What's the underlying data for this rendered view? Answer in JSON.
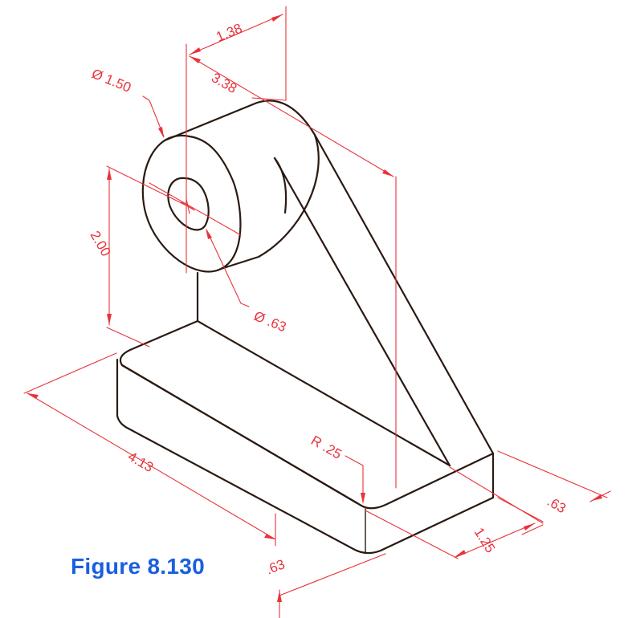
{
  "figure": {
    "caption": "Figure 8.130",
    "colors": {
      "object_lines": "#2a1a12",
      "dimension_lines": "#e8333a",
      "caption": "#1a5fe0",
      "background": "#ffffff"
    }
  },
  "dimensions": {
    "d_1_38": "1.38",
    "d_3_38": "3.38",
    "dia_1_50": "Ø 1.50",
    "d_2_00": "2.00",
    "dia_63": "Ø .63",
    "d_4_13": "4.13",
    "r_25": "R .25",
    "d_63_right": ".63",
    "d_1_25": "1.25",
    "d_63_bottom": ".63"
  }
}
